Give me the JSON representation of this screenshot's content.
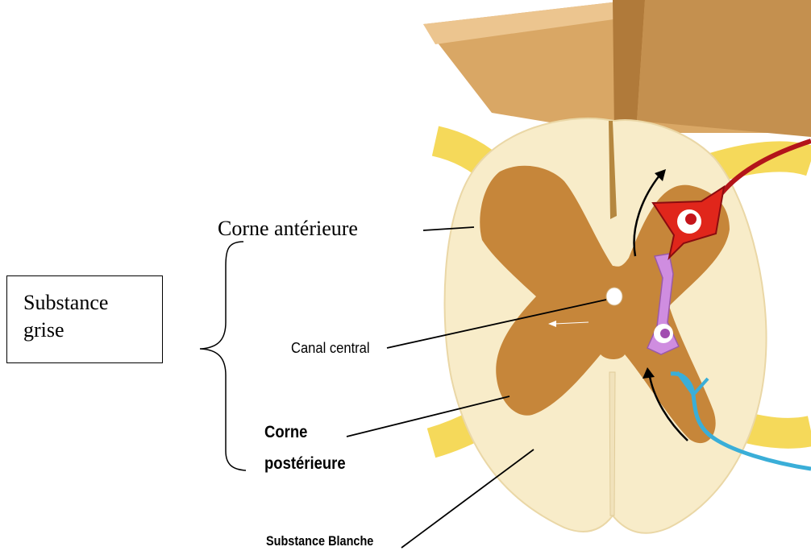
{
  "labels": {
    "substance_grise": "Substance grise",
    "corne_anterieure": "Corne antérieure",
    "canal_central": "Canal central",
    "corne_posterieure_line1": "Corne",
    "corne_posterieure_line2": "postérieure",
    "substance_blanche": "Substance Blanche"
  },
  "colors": {
    "white_matter": "#f8ecc9",
    "grey_matter": "#c6863a",
    "column_top": "#d9a765",
    "column_side": "#ba8643",
    "nerve_root": "#f5d95a",
    "motor_neuron": "#e0261b",
    "interneuron": "#cf8de0",
    "sensory_fiber": "#3aaed8"
  }
}
